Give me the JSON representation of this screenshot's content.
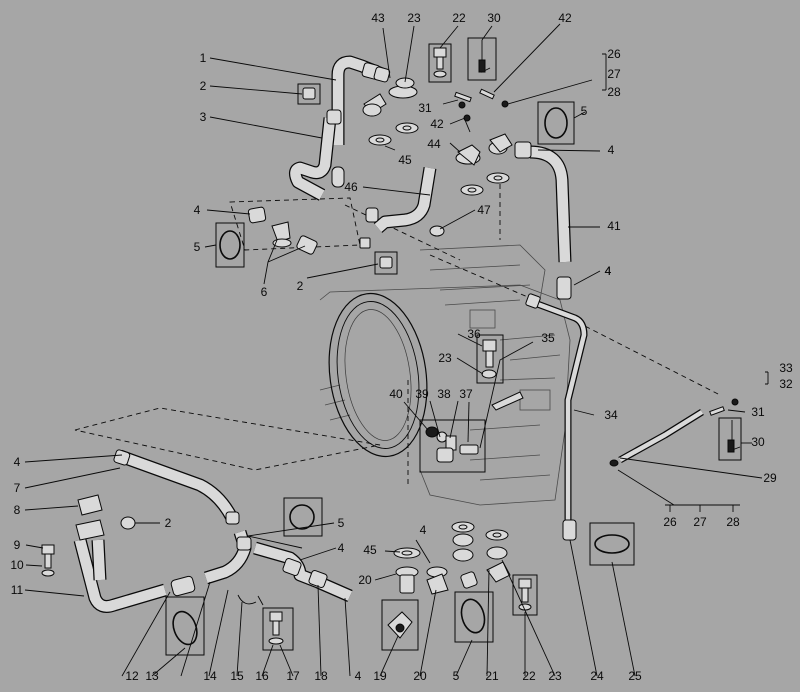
{
  "labels": [
    "1",
    "2",
    "3",
    "4",
    "5",
    "6",
    "2",
    "43",
    "23",
    "22",
    "30",
    "42",
    "26",
    "27",
    "28",
    "31",
    "42",
    "5",
    "4",
    "45",
    "44",
    "46",
    "47",
    "41",
    "4",
    "4",
    "5",
    "36",
    "23",
    "35",
    "33",
    "32",
    "34",
    "40",
    "39",
    "38",
    "37",
    "31",
    "30",
    "29",
    "26",
    "27",
    "28",
    "4",
    "7",
    "8",
    "2",
    "9",
    "10",
    "11",
    "5",
    "4",
    "45",
    "4",
    "20",
    "12",
    "13",
    "14",
    "15",
    "16",
    "17",
    "18",
    "4",
    "19",
    "20",
    "5",
    "21",
    "22",
    "23",
    "24",
    "25"
  ]
}
